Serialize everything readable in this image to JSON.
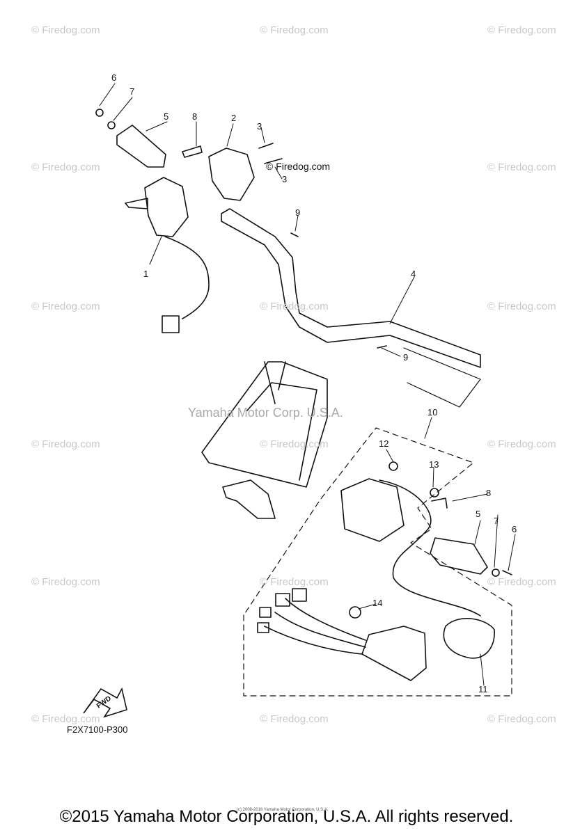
{
  "watermark": "© Firedog.com",
  "inline_watermark": "© Firedog.com",
  "center_watermark": "Yamaha Motor Corp. U.S.A.",
  "diagram_code": "F2X7100-P300",
  "direction_label": "FWD",
  "footer": "©2015 Yamaha Motor Corporation, U.S.A. All rights reserved.",
  "tiny_credit": "(c) 2008-2016 Yamaha Motor Corporation, U.S.A.",
  "callouts": [
    "1",
    "2",
    "3",
    "3",
    "4",
    "5",
    "5",
    "6",
    "6",
    "7",
    "7",
    "8",
    "8",
    "9",
    "9",
    "10",
    "11",
    "12",
    "13",
    "14"
  ]
}
